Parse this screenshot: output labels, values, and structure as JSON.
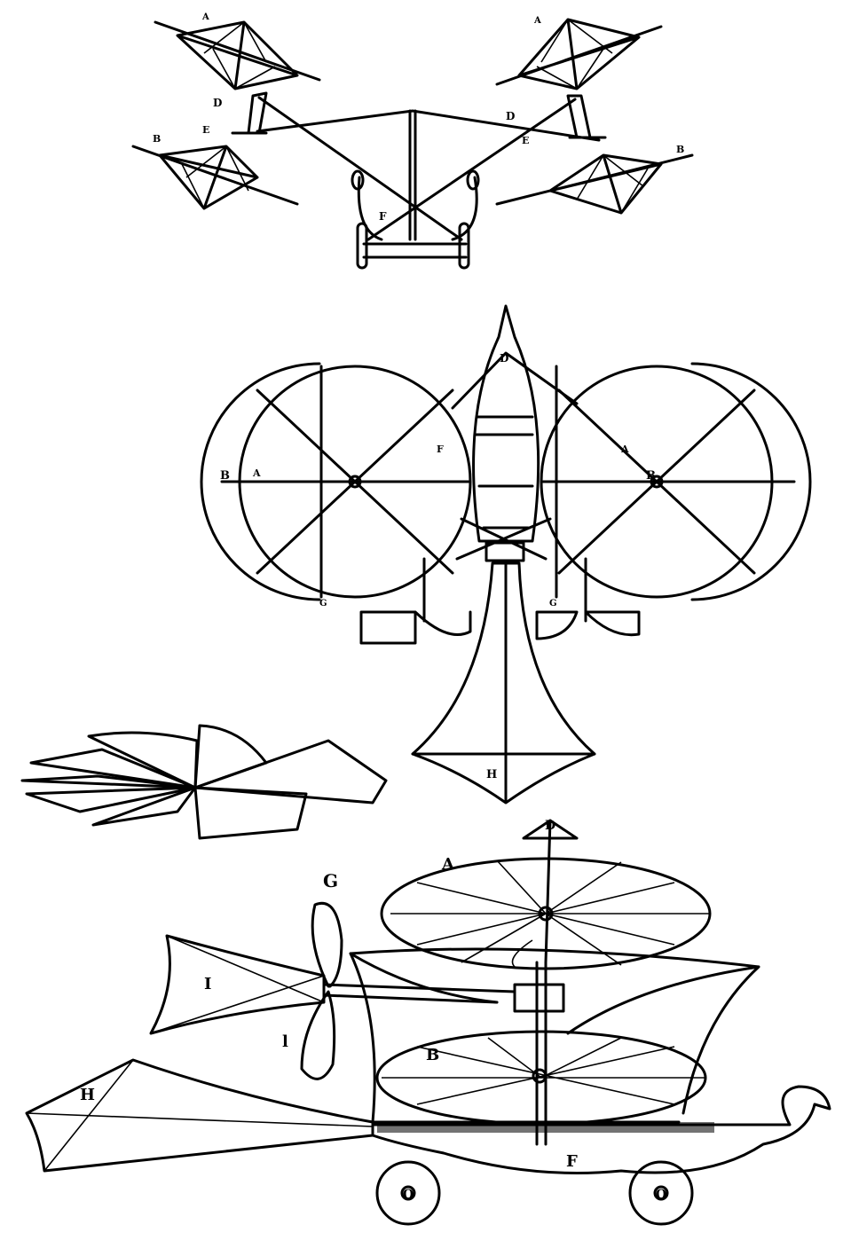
{
  "figures": [
    {
      "labels": [
        "A",
        "A",
        "D",
        "D",
        "E",
        "E",
        "B",
        "B",
        "F"
      ]
    },
    {
      "labels": [
        "D",
        "B",
        "A",
        "F",
        "A",
        "B",
        "G",
        "G",
        "H"
      ]
    },
    {
      "labels": []
    },
    {
      "labels": [
        "D",
        "A",
        "G",
        "I",
        "l",
        "B",
        "H",
        "F",
        "O",
        "O"
      ]
    }
  ],
  "colors": {
    "ink": "#000000",
    "paper": "#ffffff"
  }
}
